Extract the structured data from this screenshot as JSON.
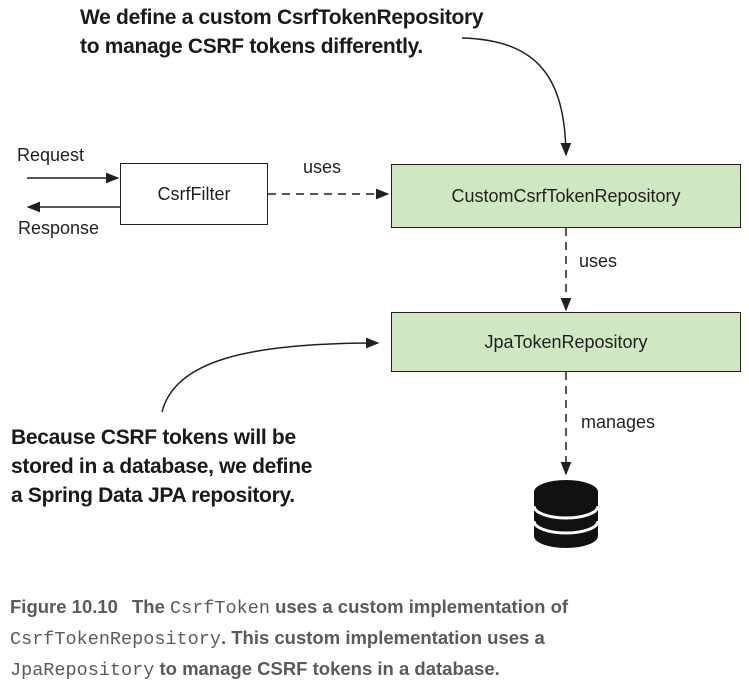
{
  "top_note": [
    "We define a custom CsrfTokenRepository",
    "to manage CSRF tokens differently."
  ],
  "side_note": [
    "Because CSRF tokens will be",
    "stored in a database, we define",
    "a Spring Data JPA repository."
  ],
  "request_label": "Request",
  "response_label": "Response",
  "csrf_filter_label": "CsrfFilter",
  "uses_label_1": "uses",
  "custom_repo_label": "CustomCsrfTokenRepository",
  "uses_label_2": "uses",
  "jpa_repo_label": "JpaTokenRepository",
  "manages_label": "manages",
  "database_icon": "database-icon",
  "colors": {
    "box_fill": "#cfe8c2",
    "stroke": "#231f20",
    "caption": "#5a5a5a"
  },
  "caption": {
    "figure": "Figure 10.10",
    "p1": "The",
    "c1": "CsrfToken",
    "p2": "uses a custom implementation of",
    "c2": "CsrfTokenRepository",
    "p3": ". This custom implementation uses a",
    "c3": "JpaRepository",
    "p4": "to manage CSRF tokens in a database."
  }
}
